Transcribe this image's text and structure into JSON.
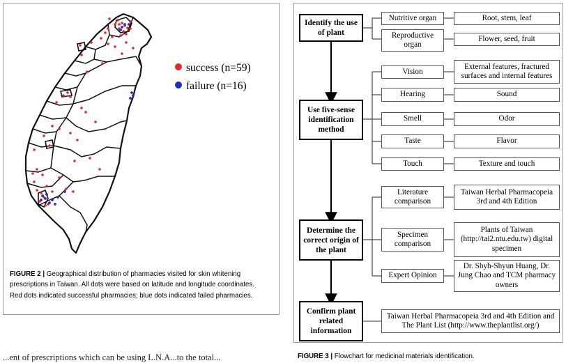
{
  "figure2": {
    "legend": {
      "success": {
        "label": "success (n=59)",
        "color": "#e8262c"
      },
      "failure": {
        "label": "failure (n=16)",
        "color": "#1f2fcc"
      }
    },
    "caption_label": "FIGURE 2 |",
    "caption_text": " Geographical distribution of pharmacies visited for skin whitening prescriptions in Taiwan. All dots were based on latitude and longitude coordinates. Red dots indicated successful pharmacies; blue dots indicated failed pharmacies.",
    "map_dots": {
      "success": 59,
      "failure": 16
    }
  },
  "body_fragment": "...ent of prescriptions which can be using L.N.A...to the total...",
  "figure3": {
    "caption_label": "FIGURE 3 |",
    "caption_text": " Flowchart for medicinal materials identification.",
    "steps": [
      {
        "label": "Identify the use of plant"
      },
      {
        "label": "Use five-sense identification method"
      },
      {
        "label": "Determine the correct origin of the plant"
      },
      {
        "label": "Confirm plant related information"
      }
    ],
    "middle": [
      "Nutritive organ",
      "Reproductive organ",
      "Vision",
      "Hearing",
      "Smell",
      "Taste",
      "Touch",
      "Literature comparison",
      "Specimen comparison",
      "Expert Opinion"
    ],
    "right": [
      "Root, stem, leaf",
      "Flower, seed, fruit",
      "External features, fractured surfaces and internal features",
      "Sound",
      "Odor",
      "Flavor",
      "Texture and touch",
      "Taiwan Herbal Pharmacopeia 3rd and 4th Edition",
      "Plants of Taiwan (http://tai2.ntu.edu.tw) digital specimen",
      "Dr. Shyh-Shyun Huang, Dr. Jung Chao and TCM pharmacy owners",
      "Taiwan Herbal Pharmacopeia 3rd and 4th Edition and The Plant List (http://www.theplantlist.org/)"
    ]
  }
}
